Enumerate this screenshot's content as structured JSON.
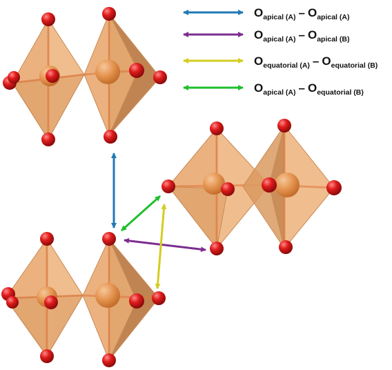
{
  "legend": {
    "items": [
      {
        "color": "#1f78b4",
        "left_symbol": "O",
        "left_sub": "apical (A)",
        "dash": "–",
        "right_symbol": "O",
        "right_sub": "apical (A)"
      },
      {
        "color": "#7b2d8e",
        "left_symbol": "O",
        "left_sub": "apical (A)",
        "dash": "–",
        "right_symbol": "O",
        "right_sub": "apical (B)"
      },
      {
        "color": "#d4cd1f",
        "left_symbol": "O",
        "left_sub": "equatorial (A)",
        "dash": "–",
        "right_symbol": "O",
        "right_sub": "equatorial (B)"
      },
      {
        "color": "#1fbe2d",
        "left_symbol": "O",
        "left_sub": "apical (A)",
        "dash": "–",
        "right_symbol": "O",
        "right_sub": "equatorial (B)"
      }
    ]
  },
  "colors": {
    "octahedron_fill": "#e8a46a",
    "octahedron_dark": "#b9773f",
    "octahedron_edge": "#c98a55",
    "metal_atom": "#e49450",
    "oxygen_atom": "#d81818"
  },
  "structure": {
    "octahedra_count": 6,
    "oxygen_icon": "red-sphere",
    "metal_icon": "orange-sphere"
  }
}
